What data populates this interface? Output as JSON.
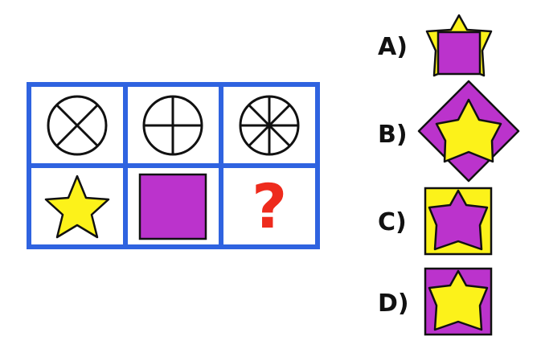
{
  "puzzle": {
    "question_mark": "?",
    "row1": [
      {
        "icon": "circle-x-icon"
      },
      {
        "icon": "circle-cross-icon"
      },
      {
        "icon": "circle-eight-spokes-icon"
      }
    ],
    "row2": [
      {
        "icon": "yellow-star-icon"
      },
      {
        "icon": "purple-square-icon"
      },
      {
        "icon": "question-mark-icon"
      }
    ]
  },
  "options": [
    {
      "label": "A)",
      "icon": "star-behind-square-icon"
    },
    {
      "label": "B)",
      "icon": "star-in-diamond-icon"
    },
    {
      "label": "C)",
      "icon": "purple-star-in-yellow-square-icon"
    },
    {
      "label": "D)",
      "icon": "yellow-star-in-purple-square-icon"
    }
  ],
  "colors": {
    "grid_border": "#2f63e0",
    "star_yellow": "#fcf21a",
    "square_purple": "#bb33cc",
    "question_red": "#ee2b1d",
    "outline": "#111111"
  }
}
